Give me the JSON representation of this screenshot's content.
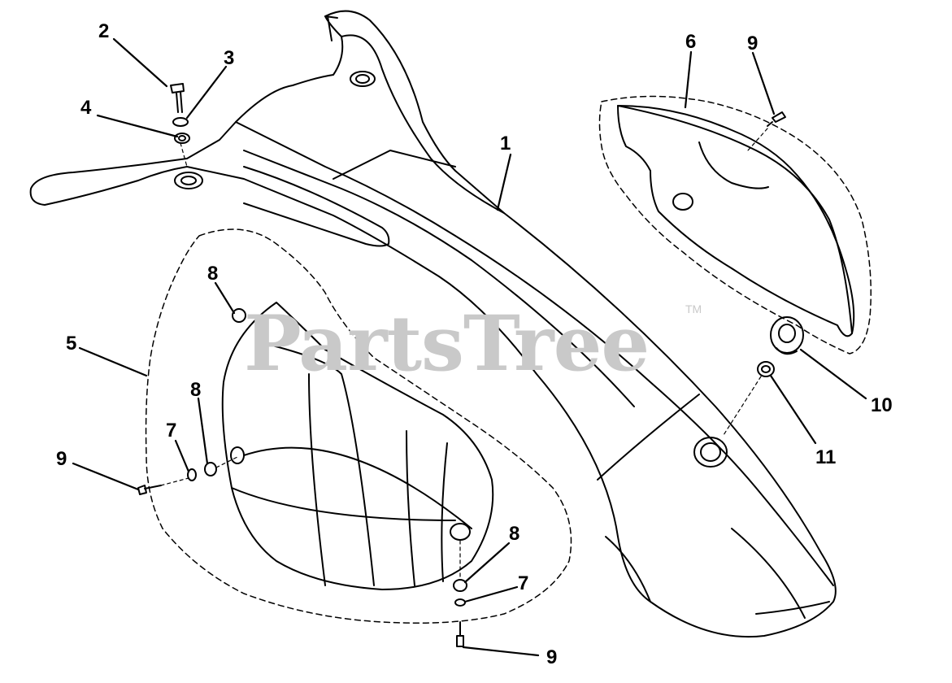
{
  "diagram": {
    "watermark": "PartsTree",
    "trademark": "TM",
    "callouts": {
      "c1": "1",
      "c2": "2",
      "c3": "3",
      "c4": "4",
      "c5": "5",
      "c6": "6",
      "c7a": "7",
      "c7b": "7",
      "c8a": "8",
      "c8b": "8",
      "c8c": "8",
      "c9a": "9",
      "c9b": "9",
      "c9c": "9",
      "c10": "10",
      "c11": "11"
    }
  }
}
